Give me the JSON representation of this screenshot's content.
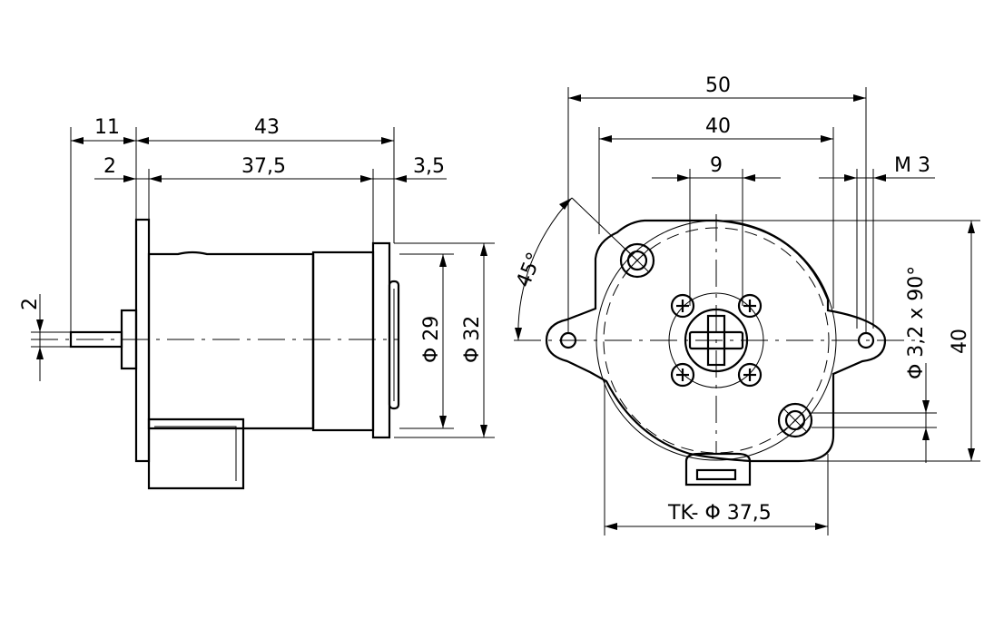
{
  "side_view": {
    "dims": {
      "shaft_length": "11",
      "motor_length": "43",
      "flange_thickness": "2",
      "body_length": "37,5",
      "end_cap": "3,5",
      "shaft_diameter": "2",
      "bearing_diameter": "Φ 29",
      "body_diameter": "Φ 32"
    }
  },
  "front_view": {
    "dims": {
      "overall_width": "50",
      "body_width": "40",
      "screw_spacing": "9",
      "thread": "M 3",
      "angle": "45°",
      "holes": "Φ 3,2 x 90°",
      "height": "40",
      "bolt_circle": "TK- Φ 37,5"
    }
  }
}
